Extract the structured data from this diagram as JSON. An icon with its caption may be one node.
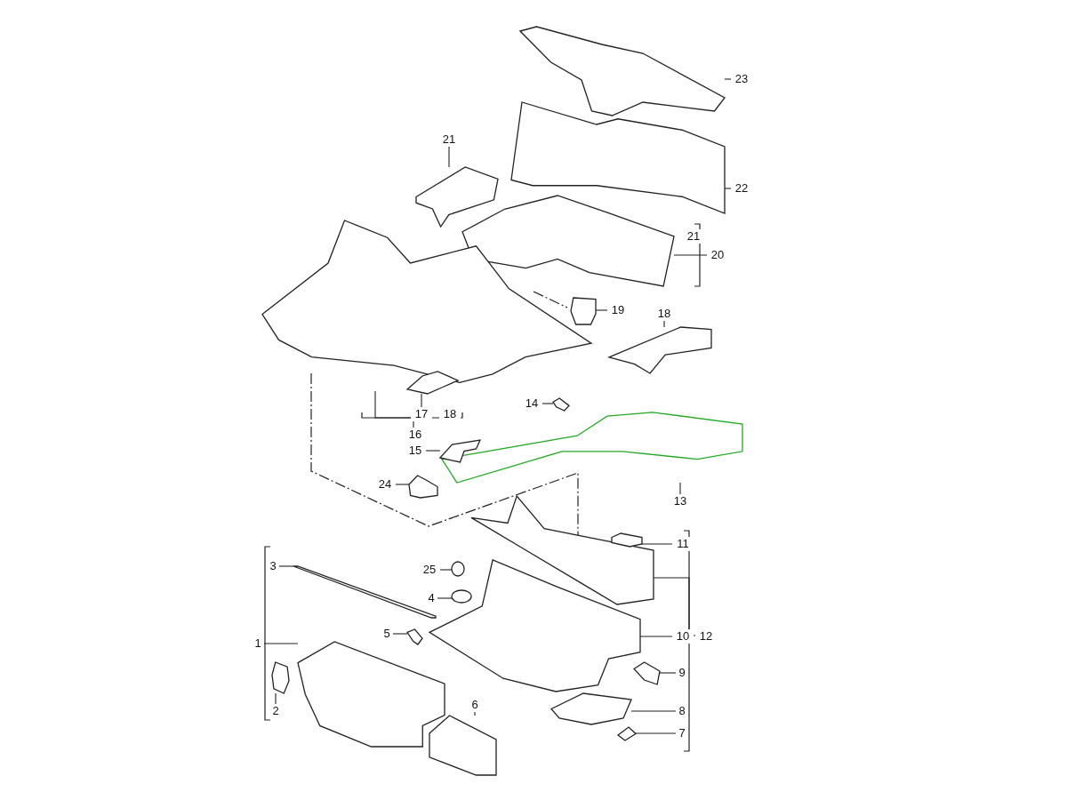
{
  "diagram": {
    "nodes": [
      {
        "text": [],
        "shape": "picture"
      },
      {
        "text": [
          "23"
        ]
      },
      {
        "text": [
          "21"
        ]
      },
      {
        "text": [],
        "shape": "picture"
      },
      {
        "text": [],
        "shape": "picture"
      },
      {
        "text": [
          "22"
        ]
      },
      {
        "text": [],
        "shape": "picture"
      },
      {
        "text": [
          "20"
        ]
      },
      {
        "text": [],
        "shape": "picture"
      },
      {
        "text": [],
        "shape": "picture"
      },
      {
        "text": [
          "19"
        ]
      },
      {
        "text": [
          "18"
        ]
      },
      {
        "text": [],
        "shape": "picture"
      },
      {
        "text": [],
        "shape": "picture"
      },
      {
        "text": [
          "17"
        ]
      },
      {
        "text": [
          "16"
        ]
      },
      {
        "text": [
          "14"
        ]
      },
      {
        "text": [],
        "shape": "picture"
      },
      {
        "text": [],
        "shape": "picture"
      },
      {
        "text": [
          "15"
        ]
      },
      {
        "text": [],
        "shape": "picture"
      },
      {
        "text": [
          "24"
        ]
      },
      {
        "text": [],
        "shape": "picture"
      },
      {
        "text": [
          "13"
        ]
      },
      {
        "text": [],
        "shape": "picture"
      },
      {
        "text": [],
        "shape": "picture"
      },
      {
        "text": [
          "11"
        ]
      },
      {
        "text": [
          "12"
        ]
      },
      {
        "text": [
          "3"
        ]
      },
      {
        "text": [],
        "shape": "picture"
      },
      {
        "text": [
          "25"
        ]
      },
      {
        "text": [],
        "shape": "circle"
      },
      {
        "text": [
          "4"
        ]
      },
      {
        "text": [],
        "shape": "circle"
      },
      {
        "text": [
          "1"
        ]
      },
      {
        "text": [],
        "shape": "picture"
      },
      {
        "text": [
          "5"
        ]
      },
      {
        "text": [],
        "shape": "picture"
      },
      {
        "text": [],
        "shape": "picture"
      },
      {
        "text": [
          "10"
        ]
      },
      {
        "text": [
          "2"
        ]
      },
      {
        "text": [],
        "shape": "picture"
      },
      {
        "text": [],
        "shape": "picture"
      },
      {
        "text": [
          "9"
        ]
      },
      {
        "text": [
          "6"
        ]
      },
      {
        "text": [],
        "shape": "picture"
      },
      {
        "text": [],
        "shape": "picture"
      },
      {
        "text": [
          "8"
        ]
      },
      {
        "text": [],
        "shape": "picture"
      },
      {
        "text": [
          "7"
        ]
      }
    ],
    "edges": [
      {
        "from": 1,
        "to": 0,
        "arrow": "none"
      },
      {
        "from": 2,
        "to": 3,
        "arrow": "none"
      },
      {
        "from": 5,
        "to": 4,
        "arrow": "none"
      },
      {
        "from": 7,
        "to": 6,
        "arrow": "none"
      },
      {
        "from": 15,
        "to": 8,
        "arrow": "none"
      },
      {
        "from": 10,
        "to": 9,
        "arrow": "none"
      },
      {
        "from": 11,
        "to": 12,
        "arrow": "none"
      },
      {
        "from": 14,
        "to": 13,
        "arrow": "none"
      },
      {
        "from": 16,
        "to": 17,
        "arrow": "none"
      },
      {
        "from": 23,
        "to": 18,
        "arrow": "none"
      },
      {
        "from": 19,
        "to": 20,
        "arrow": "none"
      },
      {
        "from": 21,
        "to": 22,
        "arrow": "none"
      },
      {
        "from": 26,
        "to": 25,
        "arrow": "none"
      },
      {
        "from": 27,
        "to": 24,
        "arrow": "none"
      },
      {
        "from": 28,
        "to": 29,
        "arrow": "none"
      },
      {
        "from": 30,
        "to": 31,
        "arrow": "none"
      },
      {
        "from": 32,
        "to": 33,
        "arrow": "none"
      },
      {
        "from": 34,
        "to": 35,
        "arrow": "none"
      },
      {
        "from": 36,
        "to": 37,
        "arrow": "none"
      },
      {
        "from": 39,
        "to": 38,
        "arrow": "none"
      },
      {
        "from": 40,
        "to": 41,
        "arrow": "none"
      },
      {
        "from": 43,
        "to": 42,
        "arrow": "none"
      },
      {
        "from": 44,
        "to": 45,
        "arrow": "none"
      },
      {
        "from": 47,
        "to": 46,
        "arrow": "none"
      },
      {
        "from": 49,
        "to": 48,
        "arrow": "none"
      }
    ],
    "labels": [
      "21",
      "18"
    ]
  }
}
